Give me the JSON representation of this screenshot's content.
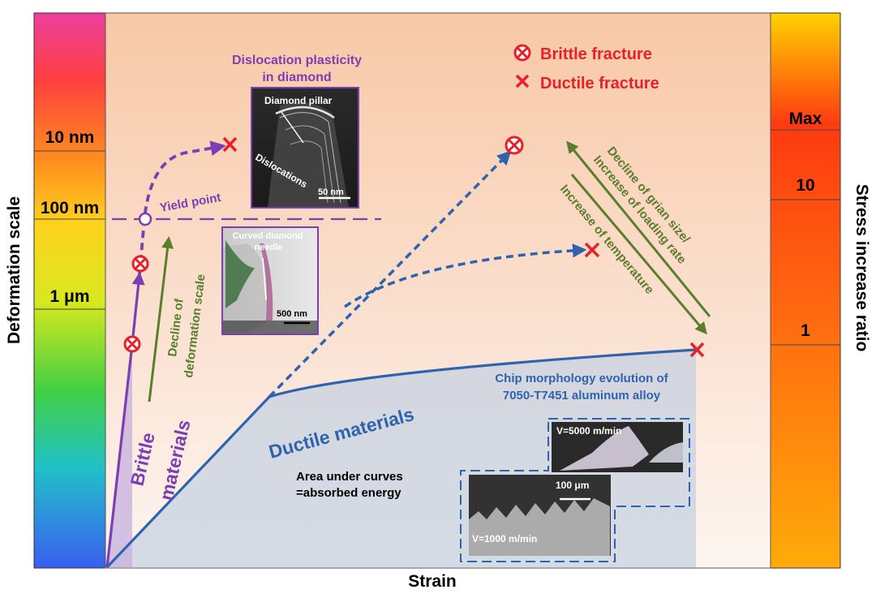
{
  "axes": {
    "x_label": "Strain",
    "y_left_label": "Deformation scale",
    "y_right_label": "Stress increase ratio"
  },
  "left_scale": {
    "ticks": [
      "10 nm",
      "100 nm",
      "1 μm"
    ]
  },
  "right_scale": {
    "ticks": [
      "Max",
      "10",
      "1"
    ]
  },
  "legend": {
    "brittle_fracture": "Brittle fracture",
    "ductile_fracture": "Ductile fracture",
    "brittle_color": "#e8202a",
    "ductile_color": "#e8202a"
  },
  "labels": {
    "dislocation_title_1": "Dislocation plasticity",
    "dislocation_title_2": "in diamond",
    "yield_point": "Yield point",
    "decline_deformation_1": "Decline of",
    "decline_deformation_2": "deformation scale",
    "brittle_materials_1": "Brittle",
    "brittle_materials_2": "materials",
    "ductile_materials": "Ductile materials",
    "area_1": "Area under curves",
    "area_2": "=absorbed energy",
    "chip_title_1": "Chip morphology evolution of",
    "chip_title_2": "7050-T7451 aluminum alloy",
    "decline_grain_1": "Decline of grian size/",
    "decline_grain_2": "Increase of loading rate",
    "increase_temp": "Increase of temperature"
  },
  "insets": {
    "diamond_pillar": {
      "title": "Diamond pillar",
      "dislocations": "Dislocations",
      "scale": "50 nm"
    },
    "needle": {
      "title_1": "Curved diamond",
      "title_2": "needle",
      "scale": "500 nm"
    },
    "chip": {
      "v_high": "V=5000 m/min",
      "v_low": "V=1000 m/min",
      "scale": "100 μm"
    }
  },
  "colors": {
    "purple": "#7b3fb3",
    "blue": "#2f63ad",
    "green": "#5a7d2e",
    "red": "#e8202a",
    "background_top": "#f8c9a8",
    "background_bottom": "#fdf4ee"
  }
}
